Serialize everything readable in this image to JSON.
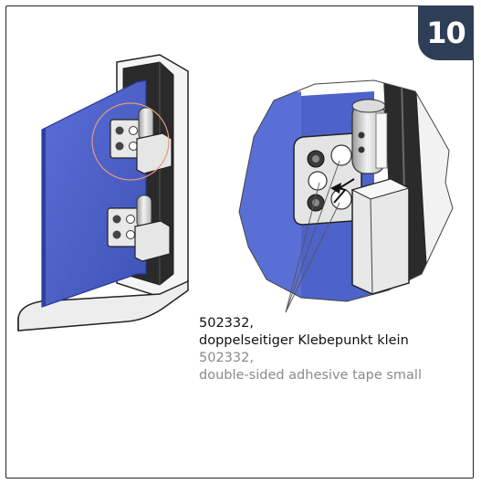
{
  "step": {
    "number": "10"
  },
  "captions": {
    "de_line1": "502332,",
    "de_line2": "doppelseitiger Klebepunkt klein",
    "en_line1": "502332,",
    "en_line2": "double-sided adhesive tape small"
  },
  "colors": {
    "badge": "#2d3e56",
    "glass": "#4d63c9",
    "glass_dark": "#3344a8",
    "frame_dark": "#2b2b2b",
    "callout_circle": "#e59a7c"
  }
}
